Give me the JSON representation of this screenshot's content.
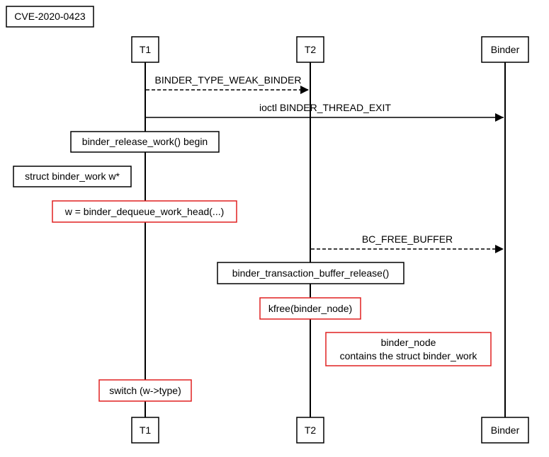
{
  "title": "CVE-2020-0423",
  "participants": {
    "t1": "T1",
    "t2": "T2",
    "binder": "Binder"
  },
  "messages": {
    "weak_binder": "BINDER_TYPE_WEAK_BINDER",
    "thread_exit": "ioctl BINDER_THREAD_EXIT",
    "free_buffer": "BC_FREE_BUFFER"
  },
  "notes": {
    "release_work_begin": "binder_release_work() begin",
    "struct_work": "struct binder_work w*",
    "dequeue": "w = binder_dequeue_work_head(...)",
    "buffer_release": "binder_transaction_buffer_release()",
    "kfree": "kfree(binder_node)",
    "node_line1": "binder_node",
    "node_line2": "contains the struct binder_work",
    "switch": "switch (w->type)"
  },
  "colors": {
    "default_border": "#000000",
    "highlight_border": "#e02020"
  }
}
